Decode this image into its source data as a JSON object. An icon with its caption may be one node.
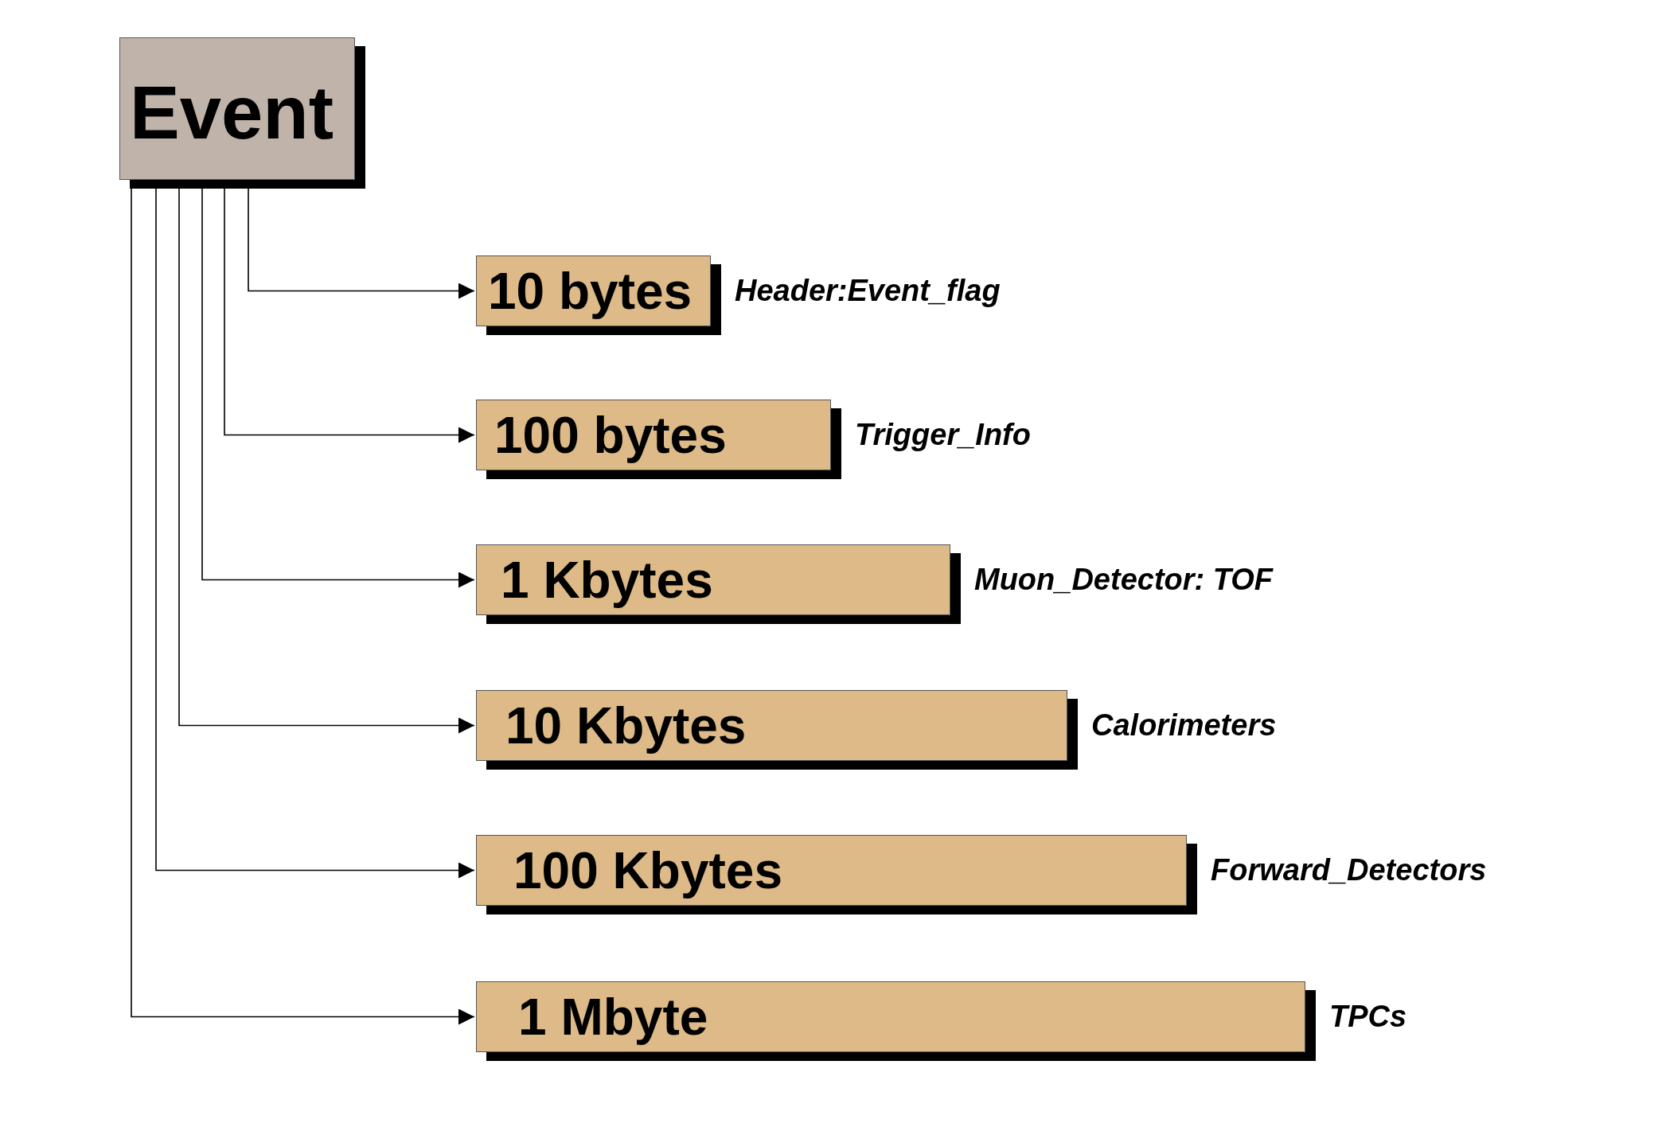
{
  "diagram": {
    "nodes": [
      {
        "text": [
          "Event"
        ]
      },
      {
        "text": [
          "10 bytes"
        ],
        "beside": [
          "Header:Event_flag"
        ]
      },
      {
        "text": [
          "100 bytes"
        ],
        "beside": [
          "Trigger_Info"
        ]
      },
      {
        "text": [
          "1 Kbytes"
        ],
        "beside": [
          "Muon_Detector: TOF"
        ]
      },
      {
        "text": [
          "10 Kbytes"
        ],
        "beside": [
          "Calorimeters"
        ]
      },
      {
        "text": [
          "100 Kbytes"
        ],
        "beside": [
          "Forward_Detectors"
        ]
      },
      {
        "text": [
          "1 Mbyte"
        ],
        "beside": [
          "TPCs"
        ]
      }
    ],
    "edges": [
      {
        "from": 0,
        "to": 1,
        "arrow": "to"
      },
      {
        "from": 0,
        "to": 2,
        "arrow": "to"
      },
      {
        "from": 0,
        "to": 3,
        "arrow": "to"
      },
      {
        "from": 0,
        "to": 4,
        "arrow": "to"
      },
      {
        "from": 0,
        "to": 5,
        "arrow": "to"
      },
      {
        "from": 0,
        "to": 6,
        "arrow": "to"
      }
    ]
  }
}
